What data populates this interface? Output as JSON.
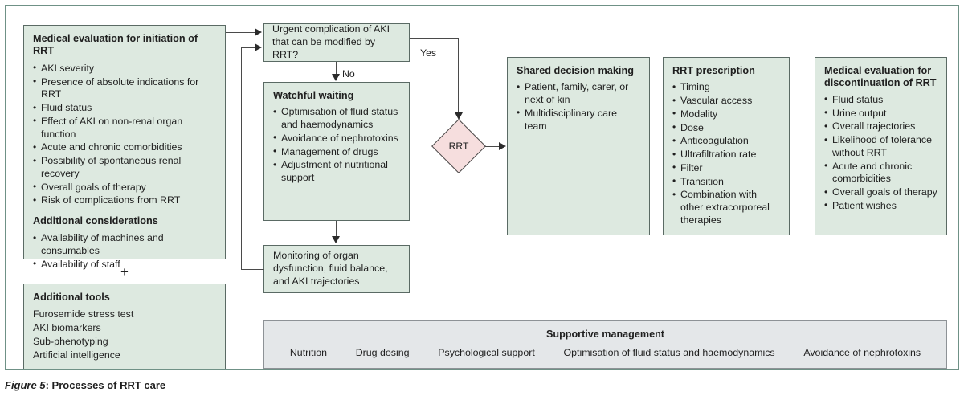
{
  "figure": {
    "number": "Figure 5",
    "separator": ": ",
    "caption": "Processes of RRT care"
  },
  "colors": {
    "node_fill": "#dde9e0",
    "node_border": "#5a6a64",
    "gray_fill": "#e4e7e9",
    "gray_border": "#8d9296",
    "diamond_fill": "#f6dede",
    "frame_border": "#6f9186",
    "connector": "#4a4a4a"
  },
  "nodes": {
    "medical_evaluation": {
      "title": "Medical evaluation for initiation of RRT",
      "items": [
        "AKI severity",
        "Presence of absolute indications for RRT",
        "Fluid status",
        "Effect of AKI on non-renal organ function",
        "Acute and chronic comorbidities",
        "Possibility of spontaneous renal recovery",
        "Overall goals of therapy",
        "Risk of complications from RRT"
      ],
      "subtitle": "Additional considerations",
      "sub_items": [
        "Availability of machines and consumables",
        "Availability of staff"
      ]
    },
    "plus_symbol": "+",
    "additional_tools": {
      "title": "Additional tools",
      "items": [
        "Furosemide stress test",
        "AKI biomarkers",
        "Sub-phenotyping",
        "Artificial intelligence"
      ]
    },
    "urgent_complication": {
      "text": "Urgent complication of AKI that can be modified by RRT?"
    },
    "watchful_waiting": {
      "title": "Watchful waiting",
      "items": [
        "Optimisation of fluid status and haemodynamics",
        "Avoidance of nephrotoxins",
        "Management of drugs",
        "Adjustment of nutritional support"
      ]
    },
    "monitoring": {
      "text": "Monitoring of organ dysfunction, fluid balance, and AKI trajectories"
    },
    "rrt_decision": {
      "label": "RRT"
    },
    "shared_decision_making": {
      "title": "Shared decision making",
      "items": [
        "Patient, family, carer, or next of kin",
        "Multidisciplinary care team"
      ]
    },
    "rrt_prescription": {
      "title": "RRT prescription",
      "items": [
        "Timing",
        "Vascular access",
        "Modality",
        "Dose",
        "Anticoagulation",
        "Ultrafiltration rate",
        "Filter",
        "Transition",
        "Combination with other extracorporeal therapies"
      ]
    },
    "discontinuation": {
      "title": "Medical evaluation for discontinuation of RRT",
      "items": [
        "Fluid status",
        "Urine output",
        "Overall trajectories",
        "Likelihood of tolerance without RRT",
        "Acute and chronic comorbidities",
        "Overall goals of therapy",
        "Patient wishes"
      ]
    },
    "supportive_management": {
      "title": "Supportive management",
      "items": [
        "Nutrition",
        "Drug dosing",
        "Psychological support",
        "Optimisation of fluid status and haemodynamics",
        "Avoidance of nephrotoxins"
      ]
    }
  },
  "edges": {
    "yes_label": "Yes",
    "no_label": "No"
  }
}
